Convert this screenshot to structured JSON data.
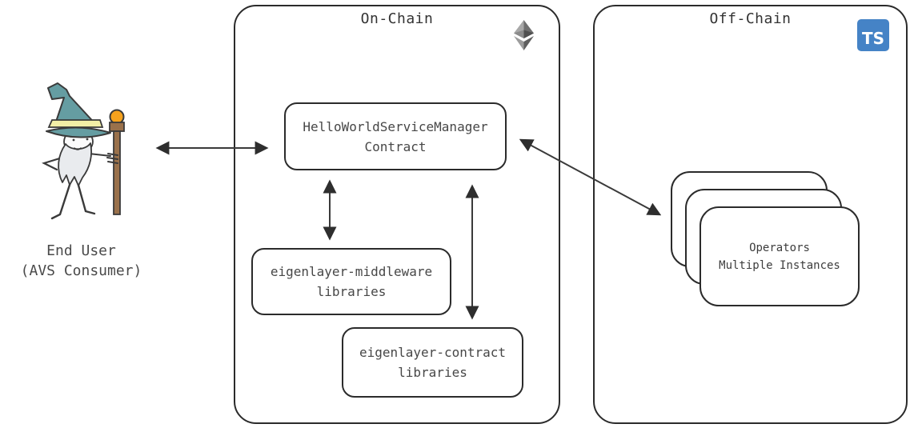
{
  "end_user": {
    "line1": "End User",
    "line2": "(AVS Consumer)"
  },
  "on_chain": {
    "title": "On-Chain",
    "service_manager": {
      "line1": "HelloWorldServiceManager",
      "line2": "Contract"
    },
    "middleware": {
      "line1": "eigenlayer-middleware",
      "line2": "libraries"
    },
    "contracts": {
      "line1": "eigenlayer-contract",
      "line2": "libraries"
    }
  },
  "off_chain": {
    "title": "Off-Chain",
    "typescript_badge": "TS",
    "operators": {
      "line1": "Operators",
      "line2": "Multiple Instances"
    }
  },
  "icons": {
    "on_chain_icon": "ethereum-icon",
    "off_chain_icon": "typescript-icon",
    "end_user_icon": "wizard-illustration"
  },
  "colors": {
    "outline": "#2b2b2b",
    "text": "#474747",
    "arrow": "#333333",
    "typescript_blue": "#4583c6",
    "ethereum_grey_light": "#a8a8a8",
    "ethereum_grey_dark": "#5f5f5f",
    "wizard_hat_teal": "#659da2",
    "wizard_band_yellow": "#f2efa6",
    "wizard_staff_brown": "#9a714b",
    "wizard_orb_orange": "#f6a21d",
    "wizard_beard_grey": "#e9ebee"
  }
}
